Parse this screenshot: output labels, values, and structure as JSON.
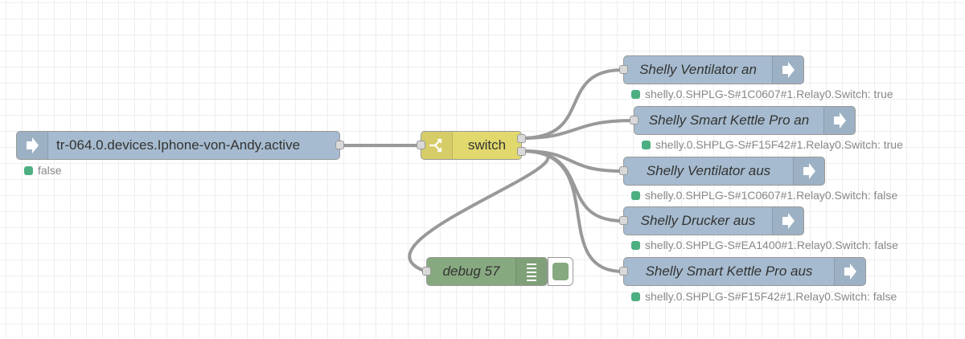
{
  "colors": {
    "io_node": "#a6bbcf",
    "switch_node": "#e2d96e",
    "debug_node": "#87a980",
    "status_green": "#4caf82",
    "wire": "#999999"
  },
  "nodes": {
    "input": {
      "label": "tr-064.0.devices.Iphone-von-Andy.active",
      "icon": "arrow-right-icon",
      "status": "false"
    },
    "switch": {
      "label": "switch",
      "icon": "switch-branch-icon"
    },
    "debug": {
      "label": "debug 57",
      "icon": "list-lines-icon"
    },
    "out1": {
      "label": "Shelly Ventilator an",
      "icon": "arrow-right-icon",
      "status": "shelly.0.SHPLG-S#1C0607#1.Relay0.Switch: true"
    },
    "out2": {
      "label": "Shelly Smart Kettle Pro an",
      "icon": "arrow-right-icon",
      "status": "shelly.0.SHPLG-S#F15F42#1.Relay0.Switch: true"
    },
    "out3": {
      "label": "Shelly Ventilator aus",
      "icon": "arrow-right-icon",
      "status": "shelly.0.SHPLG-S#1C0607#1.Relay0.Switch: false"
    },
    "out4": {
      "label": "Shelly Drucker aus",
      "icon": "arrow-right-icon",
      "status": "shelly.0.SHPLG-S#EA1400#1.Relay0.Switch: false"
    },
    "out5": {
      "label": "Shelly Smart Kettle Pro aus",
      "icon": "arrow-right-icon",
      "status": "shelly.0.SHPLG-S#F15F42#1.Relay0.Switch: false"
    }
  }
}
